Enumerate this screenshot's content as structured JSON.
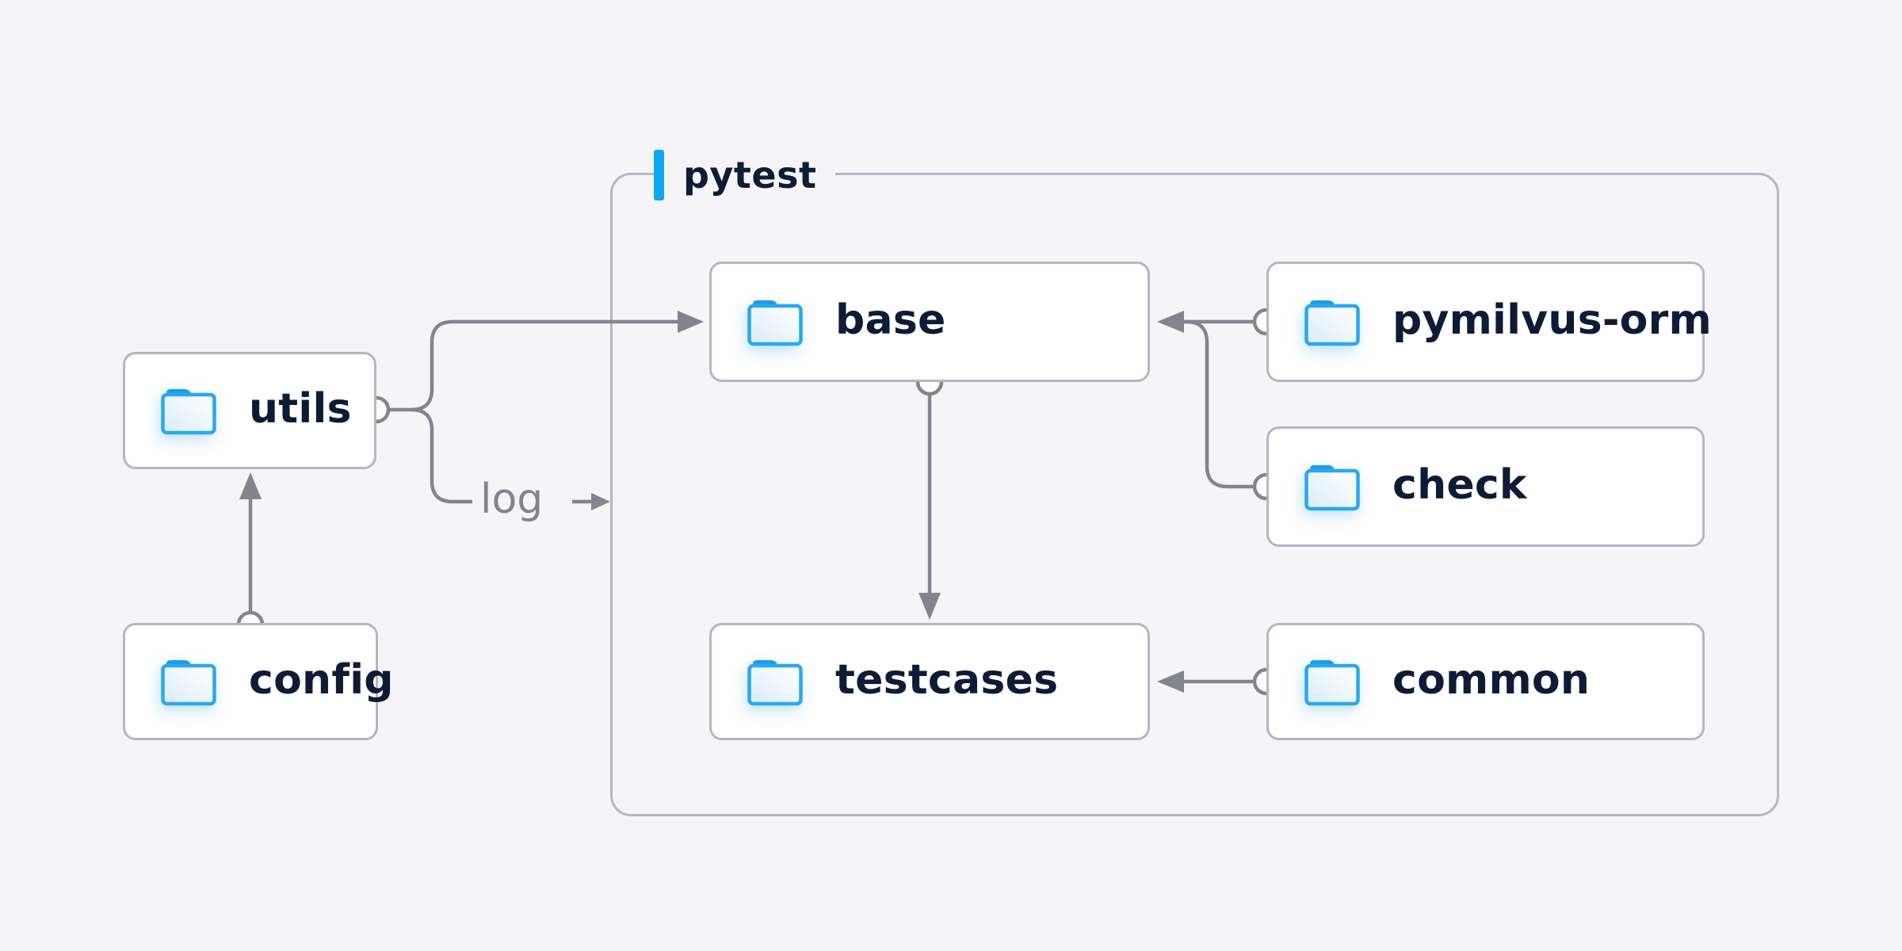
{
  "diagram": {
    "container": {
      "label": "pytest"
    },
    "nodes": [
      {
        "id": "utils",
        "label": "utils"
      },
      {
        "id": "config",
        "label": "config"
      },
      {
        "id": "base",
        "label": "base"
      },
      {
        "id": "pymilvus-orm",
        "label": "pymilvus-orm"
      },
      {
        "id": "check",
        "label": "check"
      },
      {
        "id": "testcases",
        "label": "testcases"
      },
      {
        "id": "common",
        "label": "common"
      }
    ],
    "edge_label": "log",
    "edges": [
      {
        "from": "config",
        "to": "utils"
      },
      {
        "from": "utils",
        "to": "base"
      },
      {
        "from": "utils",
        "to": "log"
      },
      {
        "from": "base",
        "to": "testcases"
      },
      {
        "from": "pymilvus-orm",
        "to": "base"
      },
      {
        "from": "check",
        "to": "base"
      },
      {
        "from": "common",
        "to": "testcases"
      }
    ],
    "colors": {
      "background": "#f5f5f7",
      "node_background": "#ffffff",
      "node_border": "#b6b6c2",
      "container_border": "#b6b6c2",
      "edge": "#84848e",
      "text": "#0e1b36",
      "accent_blue": "#10a8f2",
      "folder_blue": "#28a8f2"
    }
  }
}
